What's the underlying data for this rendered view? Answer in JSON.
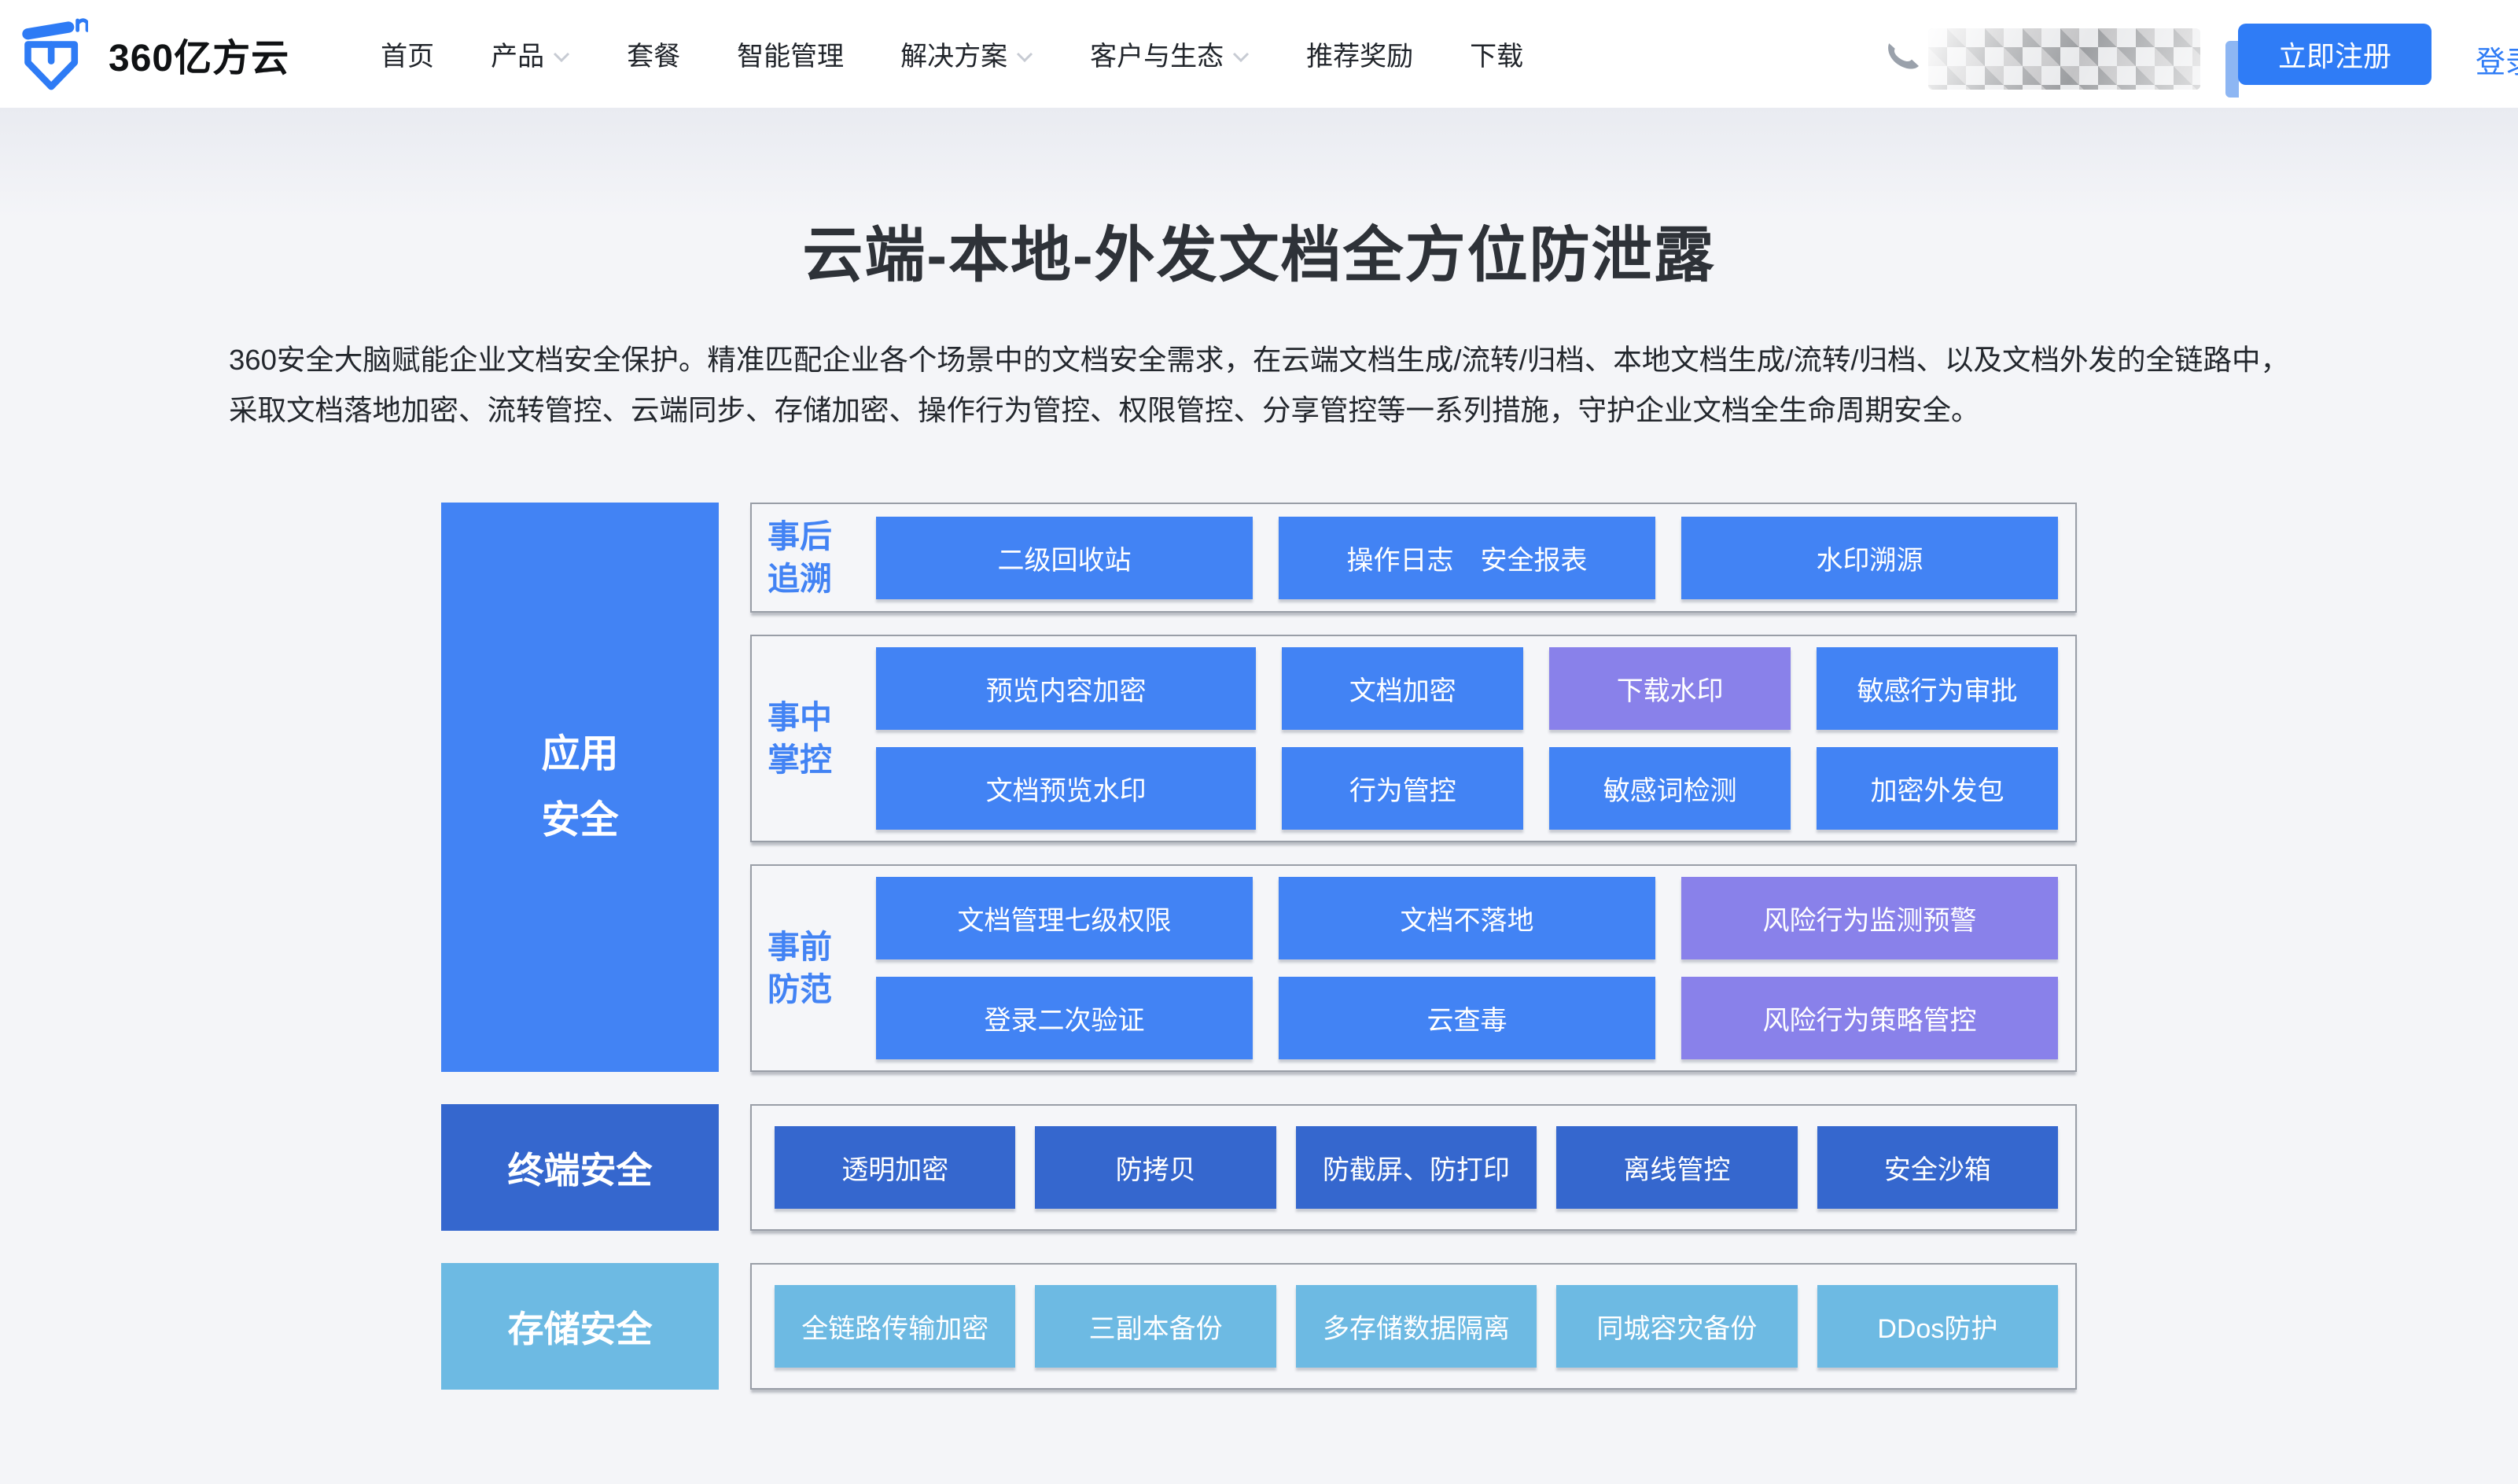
{
  "nav": {
    "logo_text": "360亿方云",
    "items": [
      {
        "label": "首页",
        "has_dropdown": false
      },
      {
        "label": "产品",
        "has_dropdown": true
      },
      {
        "label": "套餐",
        "has_dropdown": false
      },
      {
        "label": "智能管理",
        "has_dropdown": false
      },
      {
        "label": "解决方案",
        "has_dropdown": true
      },
      {
        "label": "客户与生态",
        "has_dropdown": true
      },
      {
        "label": "推荐奖励",
        "has_dropdown": false
      },
      {
        "label": "下载",
        "has_dropdown": false
      }
    ],
    "register_label": "立即注册",
    "login_label": "登录"
  },
  "hero": {
    "title": "云端-本地-外发文档全方位防泄露",
    "description": "360安全大脑赋能企业文档安全保护。精准匹配企业各个场景中的文档安全需求，在云端文档生成/流转/归档、本地文档生成/流转/归档、以及文档外发的全链路中，采取文档落地加密、流转管控、云端同步、存储加密、操作行为管控、权限管控、分享管控等一系列措施，守护企业文档全生命周期安全。"
  },
  "diagram": {
    "app_block": "应用\n安全",
    "sections": [
      {
        "label": "事后\n追溯",
        "rows": [
          [
            "二级回收站",
            "操作日志　安全报表",
            "水印溯源"
          ]
        ]
      },
      {
        "label": "事中\n掌控",
        "rows": [
          [
            "预览内容加密",
            "文档加密",
            "下载水印",
            "敏感行为审批"
          ],
          [
            "文档预览水印",
            "行为管控",
            "敏感词检测",
            "加密外发包"
          ]
        ]
      },
      {
        "label": "事前\n防范",
        "rows": [
          [
            "文档管理七级权限",
            "文档不落地",
            "风险行为监测预警"
          ],
          [
            "登录二次验证",
            "云查毒",
            "风险行为策略管控"
          ]
        ]
      }
    ],
    "terminal": {
      "label": "终端安全",
      "buttons": [
        "透明加密",
        "防拷贝",
        "防截屏、防打印",
        "离线管控",
        "安全沙箱"
      ]
    },
    "storage": {
      "label": "存储安全",
      "buttons": [
        "全链路传输加密",
        "三副本备份",
        "多存储数据隔离",
        "同城容灾备份",
        "DDos防护"
      ]
    },
    "colors": {
      "accent_blue": "#2f7cf6",
      "primary_button": "#4283f4",
      "purple_button": "#8981ea",
      "terminal_blue": "#3567ce",
      "storage_blue": "#6dbae3"
    }
  }
}
